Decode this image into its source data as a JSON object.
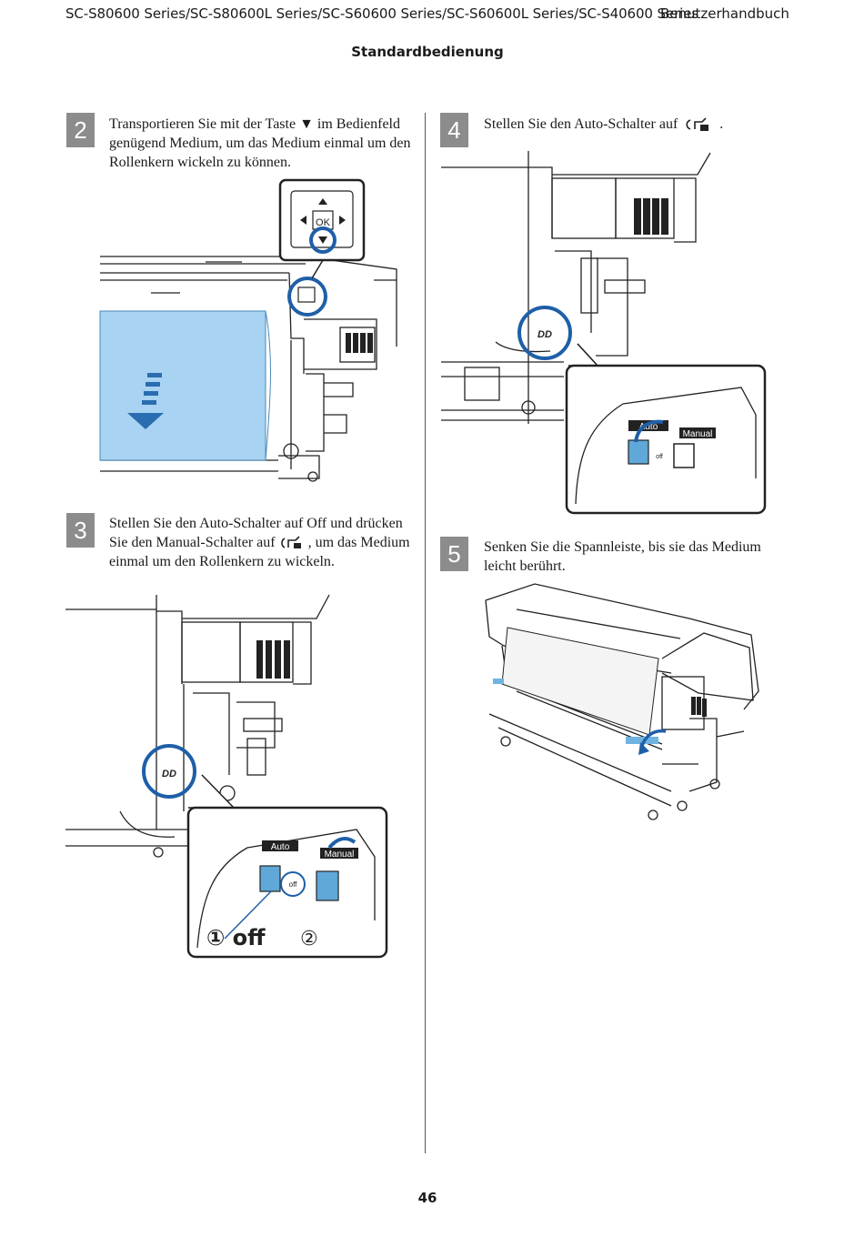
{
  "header": {
    "series": "SC-S80600 Series/SC-S80600L Series/SC-S60600 Series/SC-S60600L Series/SC-S40600 Series",
    "manual": "Benutzerhandbuch",
    "section": "Standardbedienung"
  },
  "steps": [
    {
      "number": "2",
      "text": "Transportieren Sie mit der Taste ▼ im Bedienfeld genügend Medium, um das Medium einmal um den Rollenkern wickeln zu können."
    },
    {
      "number": "3",
      "text_a": "Stellen Sie den Auto-Schalter auf Off und drücken Sie den Manual-Schalter auf",
      "text_b": ", um das Medium einmal um den Rollenkern zu wickeln."
    },
    {
      "number": "4",
      "text": "Stellen Sie den Auto-Schalter auf",
      "text_end": "."
    },
    {
      "number": "5",
      "text": "Senken Sie die Spannleiste, bis sie das Medium leicht berührt."
    }
  ],
  "figures": {
    "panel_ok": "OK",
    "auto_label": "Auto",
    "manual_label": "Manual",
    "off_label": "off",
    "callout_1": "① off",
    "callout_2": "②",
    "dd_label": "DD"
  },
  "footer": {
    "page_number": "46"
  },
  "colors": {
    "accent_blue": "#1f5fa8",
    "media_blue": "#a9d3f2",
    "step_gray": "#8c8c8c"
  }
}
